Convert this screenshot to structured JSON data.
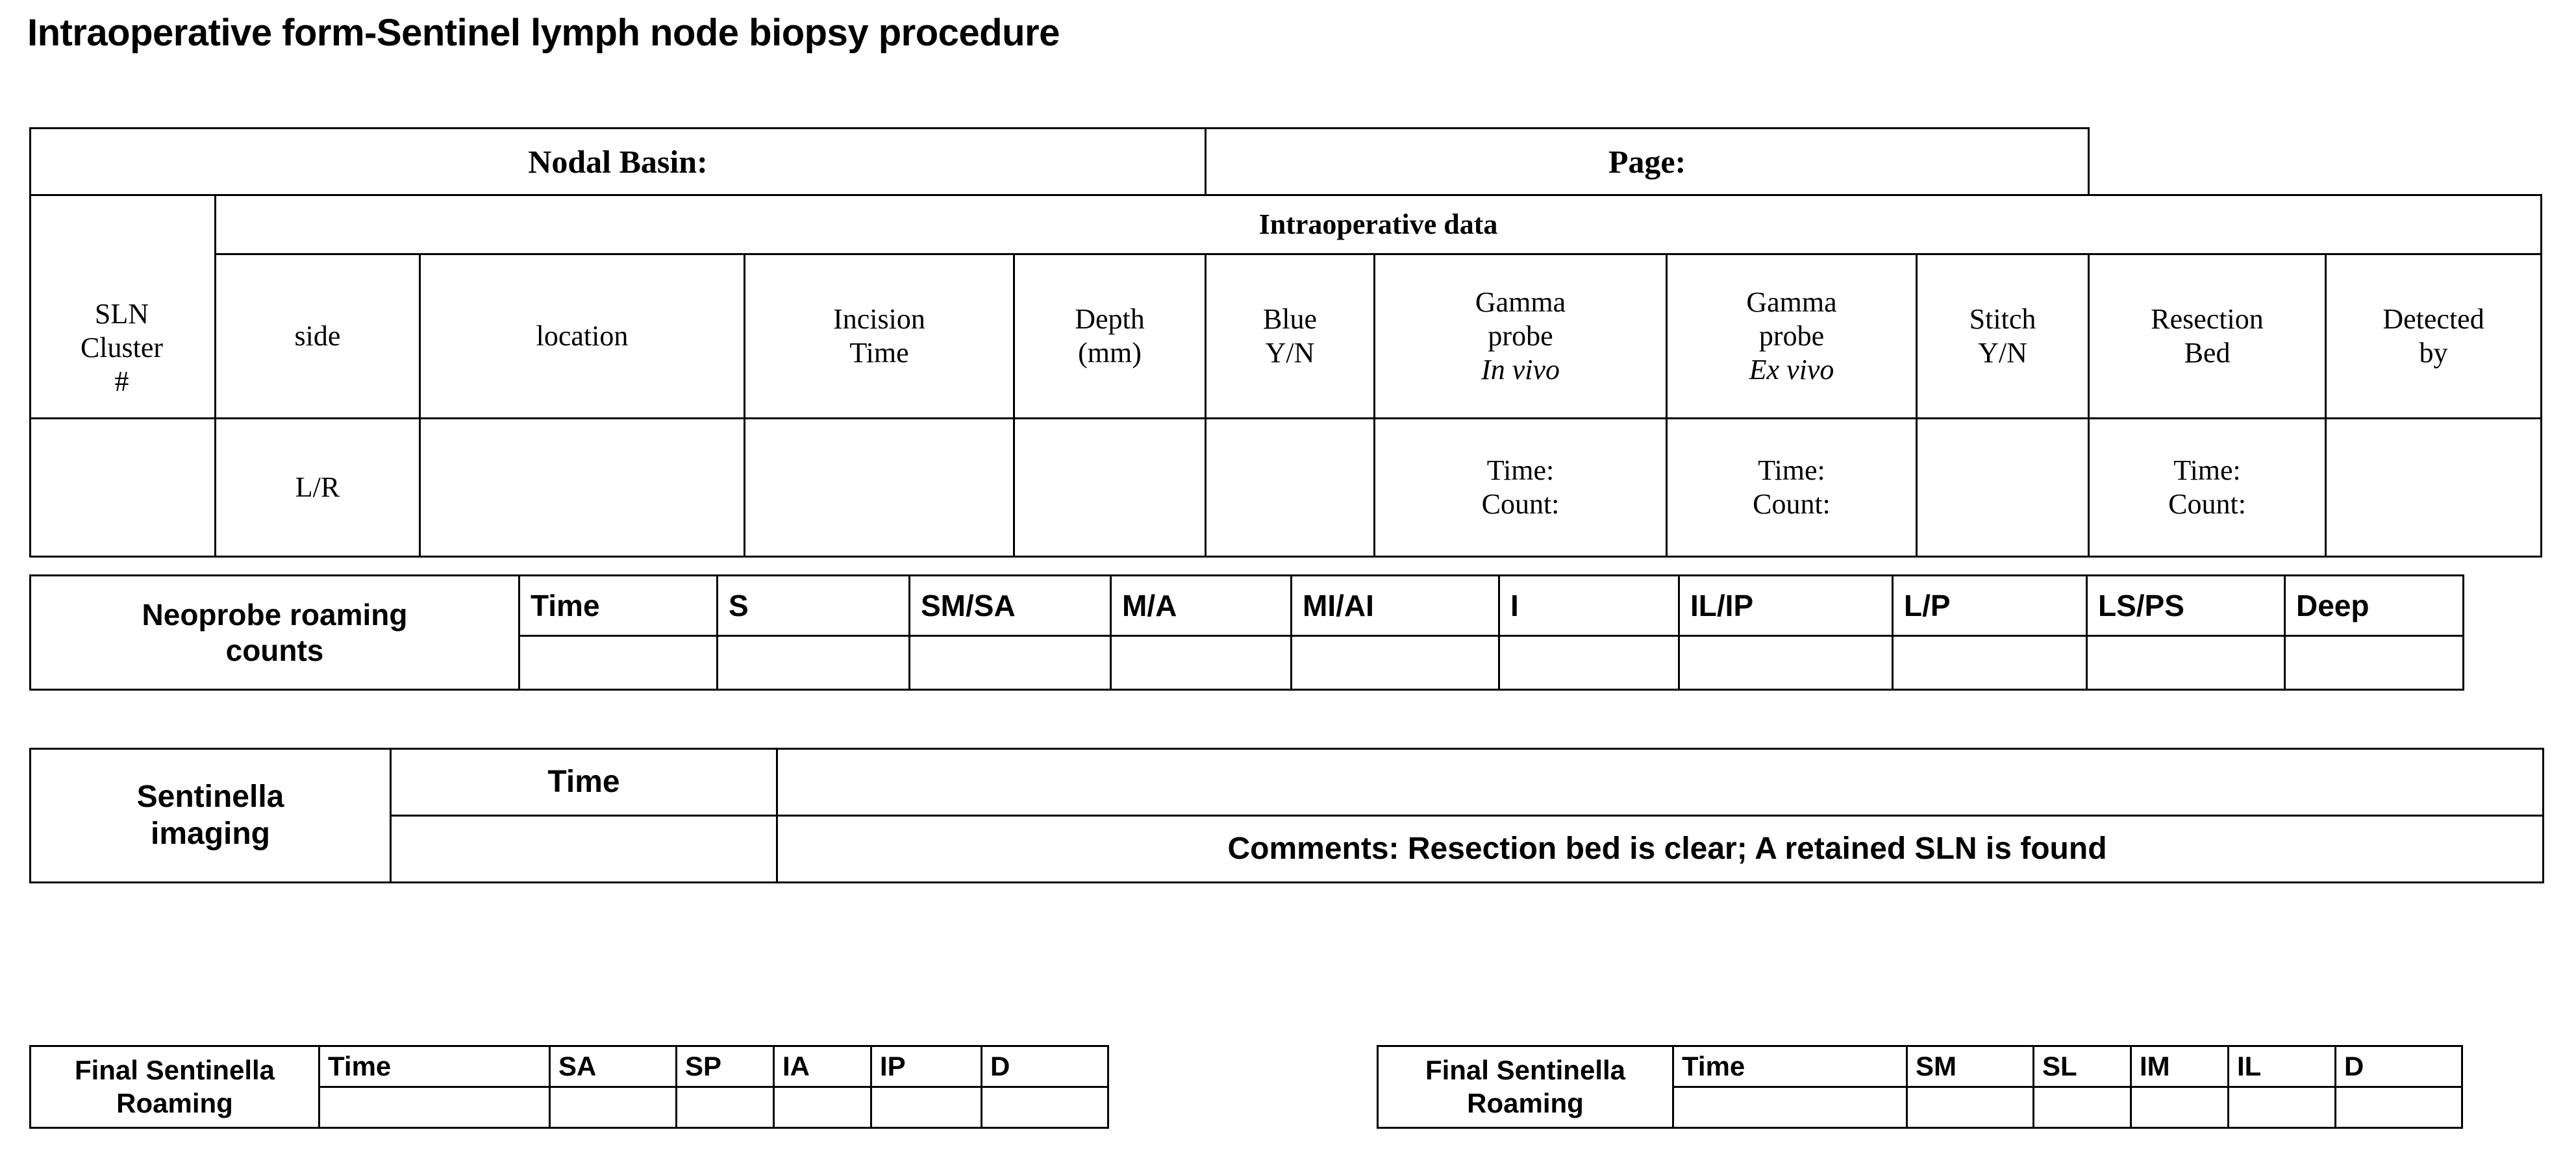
{
  "title": "Intraoperative form-Sentinel lymph node biopsy procedure",
  "header_row": {
    "nodal_basin_label": "Nodal Basin:",
    "page_label": "Page:"
  },
  "main_table": {
    "section_title": "Intraoperative data",
    "columns": [
      {
        "line1": "SLN",
        "line2": "Cluster",
        "line3": "#"
      },
      {
        "line1": "side"
      },
      {
        "line1": "location"
      },
      {
        "line1": "Incision",
        "line2": "Time"
      },
      {
        "line1": "Depth",
        "line2": "(mm)"
      },
      {
        "line1": "Blue",
        "line2": "Y/N"
      },
      {
        "line1": "Gamma",
        "line2": "probe",
        "line3": "In vivo"
      },
      {
        "line1": "Gamma",
        "line2": "probe",
        "line3": "Ex vivo"
      },
      {
        "line1": "Stitch",
        "line2": "Y/N"
      },
      {
        "line1": "Resection",
        "line2": "Bed"
      },
      {
        "line1": "Detected",
        "line2": "by"
      }
    ],
    "data_row": {
      "sln_cluster": "",
      "side": "L/R",
      "location": "",
      "incision_time": "",
      "depth": "",
      "blue": "",
      "gamma_in_vivo": {
        "time": "Time:",
        "count": "Count:"
      },
      "gamma_ex_vivo": {
        "time": "Time:",
        "count": "Count:"
      },
      "stitch": "",
      "resection_bed": {
        "time": "Time:",
        "count": "Count:"
      },
      "detected_by": ""
    }
  },
  "neoprobe_table": {
    "row_label": {
      "line1": "Neoprobe roaming",
      "line2": "counts"
    },
    "columns": [
      "Time",
      "S",
      "SM/SA",
      "M/A",
      "MI/AI",
      "I",
      "IL/IP",
      "L/P",
      "LS/PS",
      "Deep"
    ],
    "values": [
      "",
      "",
      "",
      "",
      "",
      "",
      "",
      "",
      "",
      ""
    ]
  },
  "sentinella_table": {
    "row_label": {
      "line1": "Sentinella",
      "line2": "imaging"
    },
    "time_label": "Time",
    "time_value": "",
    "top_right_value": "",
    "comments": "Comments: Resection bed is clear; A retained SLN is found"
  },
  "final_tables": [
    {
      "row_label": {
        "line1": "Final Sentinella",
        "line2": "Roaming"
      },
      "columns": [
        "Time",
        "SA",
        "SP",
        "IA",
        "IP",
        "D"
      ],
      "values": [
        "",
        "",
        "",
        "",
        "",
        ""
      ]
    },
    {
      "row_label": {
        "line1": "Final Sentinella",
        "line2": "Roaming"
      },
      "columns": [
        "Time",
        "SM",
        "SL",
        "IM",
        "IL",
        "D"
      ],
      "values": [
        "",
        "",
        "",
        "",
        "",
        ""
      ]
    }
  ],
  "colors": {
    "page_background": "#ffffff",
    "text": "#000000",
    "border": "#000000"
  }
}
